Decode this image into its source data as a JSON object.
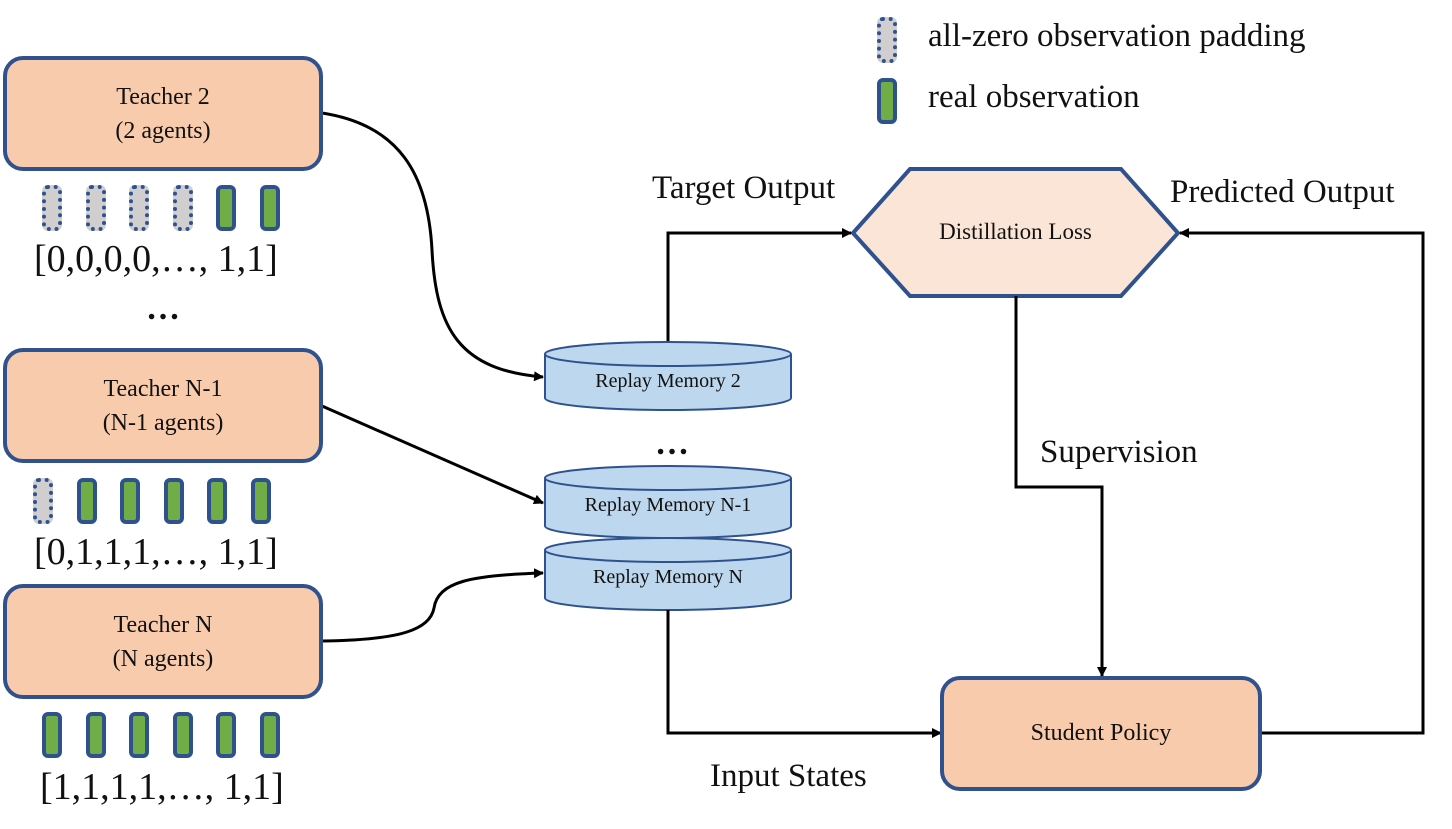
{
  "legend": {
    "padding_label": "all-zero observation padding",
    "real_label": "real observation"
  },
  "teachers": [
    {
      "name": "Teacher 2",
      "agents": "(2 agents)",
      "vector": "[0,0,0,0,…, 1,1]",
      "observations": [
        "pad",
        "pad",
        "pad",
        "pad",
        "real",
        "real"
      ]
    },
    {
      "name": "Teacher N-1",
      "agents": "(N-1 agents)",
      "vector": "[0,1,1,1,…, 1,1]",
      "observations": [
        "pad",
        "real",
        "real",
        "real",
        "real",
        "real"
      ]
    },
    {
      "name": "Teacher N",
      "agents": "(N agents)",
      "vector": "[1,1,1,1,…, 1,1]",
      "observations": [
        "real",
        "real",
        "real",
        "real",
        "real",
        "real"
      ]
    }
  ],
  "ellipsis": "…",
  "memories": [
    "Replay Memory 2",
    "Replay Memory N-1",
    "Replay Memory N"
  ],
  "loss": "Distillation Loss",
  "student": "Student Policy",
  "edge_labels": {
    "target_output": "Target Output",
    "predicted_output": "Predicted Output",
    "supervision": "Supervision",
    "input_states": "Input States"
  },
  "colors": {
    "teacher_fill": "#f8cbad",
    "loss_fill": "#fbe5d6",
    "memory_fill": "#bdd7ee",
    "border": "#2f528f",
    "real_obs": "#70ad47",
    "padding_obs": "#d0cece"
  }
}
